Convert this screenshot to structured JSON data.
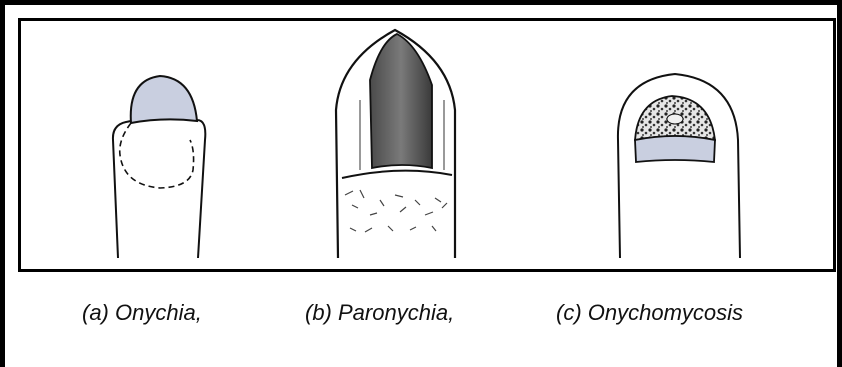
{
  "captions": {
    "a": "(a) Onychia,",
    "b": "(b) Paronychia,",
    "c": "(c) Onychomycosis"
  },
  "colors": {
    "nail_fill": "#c9cfe0",
    "infected_nail": "#6e6e6e",
    "outline": "#111111"
  },
  "icons": [
    "finger-outline-icon",
    "nail-icon",
    "fungus-pattern-icon"
  ]
}
